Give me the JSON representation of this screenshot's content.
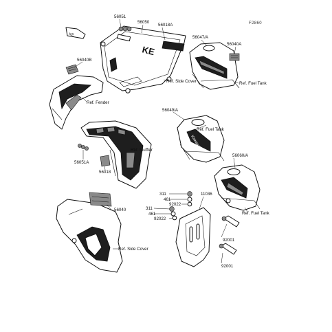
{
  "figure_code": "F2860",
  "labels": {
    "p56051": "56051",
    "p56050": "56050",
    "p56018A": "56018A",
    "p56047A": "56047/A",
    "p56040A": "56040A",
    "p56040B": "56040B",
    "ref_side_cover_top": "Ref. Side Cover",
    "ref_fuel_tank_top": "Ref. Fuel Tank",
    "ref_fender": "Ref. Fender",
    "p56049A": "56049/A",
    "ref_fuel_tank_mid": "Ref. Fuel Tank",
    "ref_muffler": "Ref. Muffler",
    "p56051A": "56051A",
    "p56018": "56018",
    "p56060A": "56060/A",
    "ref_fuel_tank_low": "Ref. Fuel Tank",
    "p56040": "56040",
    "ref_side_cover_bottom": "Ref. Side Cover",
    "p311_a": "311",
    "p481_a": "461",
    "p92022_a": "92022",
    "p11036": "11036",
    "p311_b": "311",
    "p481_b": "461",
    "p92022_b": "92022",
    "p92001_a": "92001",
    "p92001_b": "92001"
  },
  "decals": {
    "side_cover_text": "KE",
    "small_emblem_text": "KE",
    "tank_logo_text": "Kawasaki"
  }
}
